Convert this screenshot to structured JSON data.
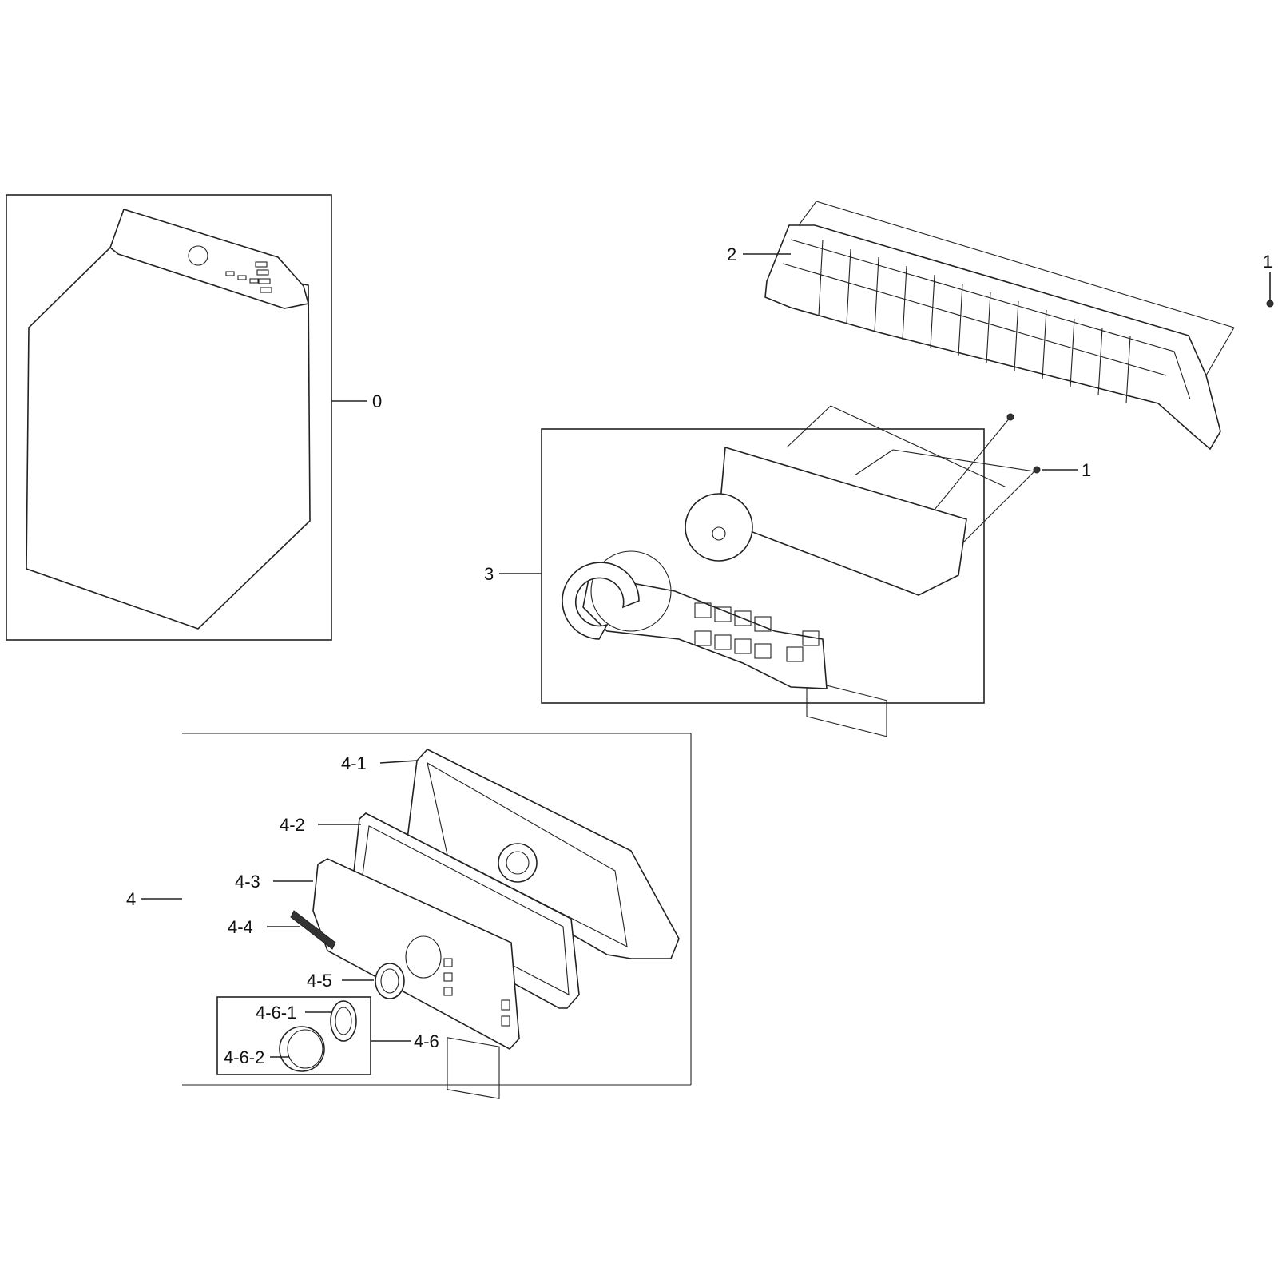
{
  "callouts": {
    "c0": "0",
    "c1_top": "1",
    "c1_mid": "1",
    "c2": "2",
    "c3": "3",
    "c4": "4",
    "c4_1": "4-1",
    "c4_2": "4-2",
    "c4_3": "4-3",
    "c4_4": "4-4",
    "c4_5": "4-5",
    "c4_6": "4-6",
    "c4_6_1": "4-6-1",
    "c4_6_2": "4-6-2"
  },
  "colors": {
    "line": "#222222",
    "background": "#ffffff"
  }
}
